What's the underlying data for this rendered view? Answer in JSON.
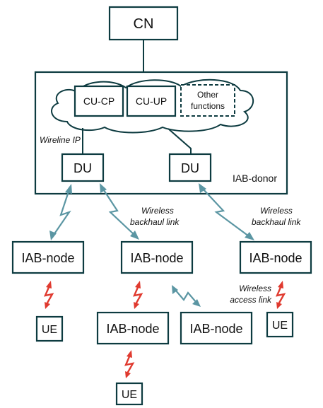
{
  "nodes": {
    "cn": "CN",
    "cu_cp": "CU-CP",
    "cu_up": "CU-UP",
    "other_functions_line1": "Other",
    "other_functions_line2": "functions",
    "du_left": "DU",
    "du_right": "DU",
    "iab_donor": "IAB-donor",
    "iab_node_left": "IAB-node",
    "iab_node_center": "IAB-node",
    "iab_node_right": "IAB-node",
    "iab_node_lower_left": "IAB-node",
    "iab_node_lower_right": "IAB-node",
    "ue_left": "UE",
    "ue_bottom": "UE",
    "ue_right": "UE"
  },
  "labels": {
    "wireline_ip": "Wireline IP",
    "wireless_backhaul_center_line1": "Wireless",
    "wireless_backhaul_center_line2": "backhaul link",
    "wireless_backhaul_right_line1": "Wireless",
    "wireless_backhaul_right_line2": "backhaul link",
    "wireless_access_line1": "Wireless",
    "wireless_access_line2": "access link"
  },
  "colors": {
    "box_stroke": "#0d3b40",
    "backhaul_link": "#5b96a3",
    "access_link": "#e03a2f"
  }
}
